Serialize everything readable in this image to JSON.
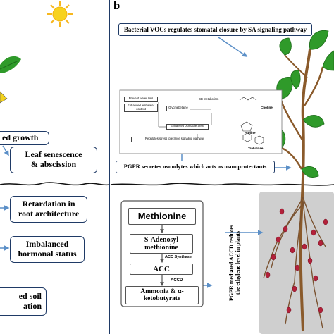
{
  "panel_b_label": "b",
  "left_panel": {
    "labels": {
      "growth": "ed growth",
      "senescence": "Leaf senescence\n& abscission",
      "root": "Retardation in\nroot architecture",
      "hormonal": "Imbalanced\nhormonal status",
      "soil": "ed soil\nation"
    }
  },
  "right_panel": {
    "top_box": "Bacterial VOCs regulates stomatal closure by SA signaling pathway",
    "osmolyte_box": "PGPR secretes osmolytes which acts as osmoprotectants",
    "inset": {
      "water_loss": "Prevent water loss",
      "leaf_water": "Enhanced leaf water\ncontent",
      "glycine": "Glycinebetaine",
      "gb_metab": "GB metabolism",
      "osmotol": "Enhanced osmotolerance",
      "stress": "Regulates stress tolerance signaling pathway",
      "choline": "Choline",
      "proline": "Proline",
      "trehalose": "Trehalose"
    },
    "pathway": {
      "methionine": "Methionine",
      "sam": "S-Adenosyl\nmethionine",
      "acc_synthase": "ACC Synthase",
      "acc": "ACC",
      "accd": "ACCD",
      "ammonia": "Ammonia & α-\nketobutyrate"
    },
    "vertical_label": "PGPR mediated ACCD reduces\nthe ethylene level in plants"
  },
  "colors": {
    "box_border": "#1f3a66",
    "arrow": "#5b8fc7",
    "leaf": "#2f9a2a",
    "sun": "#f7d21e",
    "soil": "#cfcfcf",
    "root": "#7a5230",
    "nodule": "#b3213a"
  }
}
